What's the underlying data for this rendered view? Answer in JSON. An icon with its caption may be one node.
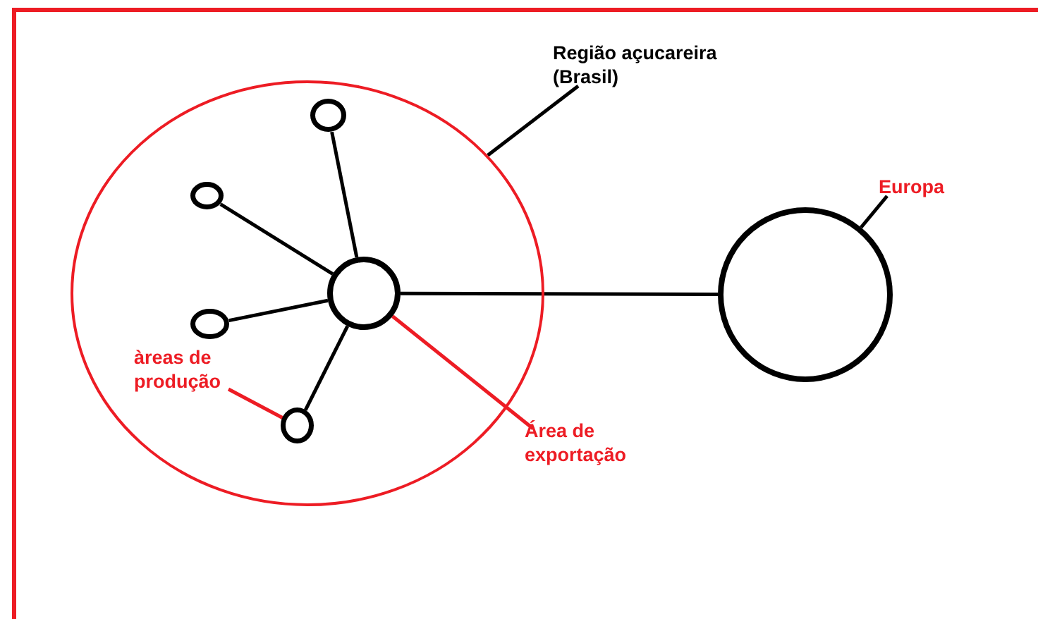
{
  "diagram": {
    "nodes": [
      {
        "text": [],
        "shape": "circle"
      },
      {
        "text": [
          "Região açucareira (Brasil)"
        ]
      },
      {
        "text": [],
        "shape": "circle",
        "in": 0
      },
      {
        "text": [],
        "shape": "circle",
        "in": 0
      },
      {
        "text": [],
        "shape": "circle",
        "in": 0
      },
      {
        "text": [],
        "shape": "circle",
        "in": 0
      },
      {
        "text": [],
        "shape": "circle",
        "in": 0
      },
      {
        "text": [],
        "shape": "circle"
      },
      {
        "text": [
          "Europa"
        ]
      },
      {
        "text": [
          "àreas de produção"
        ],
        "in": 0
      },
      {
        "text": [
          "Área de exportação"
        ]
      }
    ],
    "edges": [
      {
        "from": 2,
        "to": 3,
        "arrow": "none"
      },
      {
        "from": 2,
        "to": 4,
        "arrow": "none"
      },
      {
        "from": 2,
        "to": 5,
        "arrow": "none"
      },
      {
        "from": 2,
        "to": 6,
        "arrow": "none"
      },
      {
        "from": 2,
        "to": 7,
        "arrow": "none"
      },
      {
        "from": 1,
        "to": 0,
        "arrow": "none"
      },
      {
        "from": 8,
        "to": 7,
        "arrow": "none"
      },
      {
        "from": 9,
        "to": 6,
        "arrow": "none",
        "color": "#ed1c24"
      },
      {
        "from": 10,
        "to": 2,
        "arrow": "none",
        "color": "#ed1c24"
      }
    ]
  }
}
